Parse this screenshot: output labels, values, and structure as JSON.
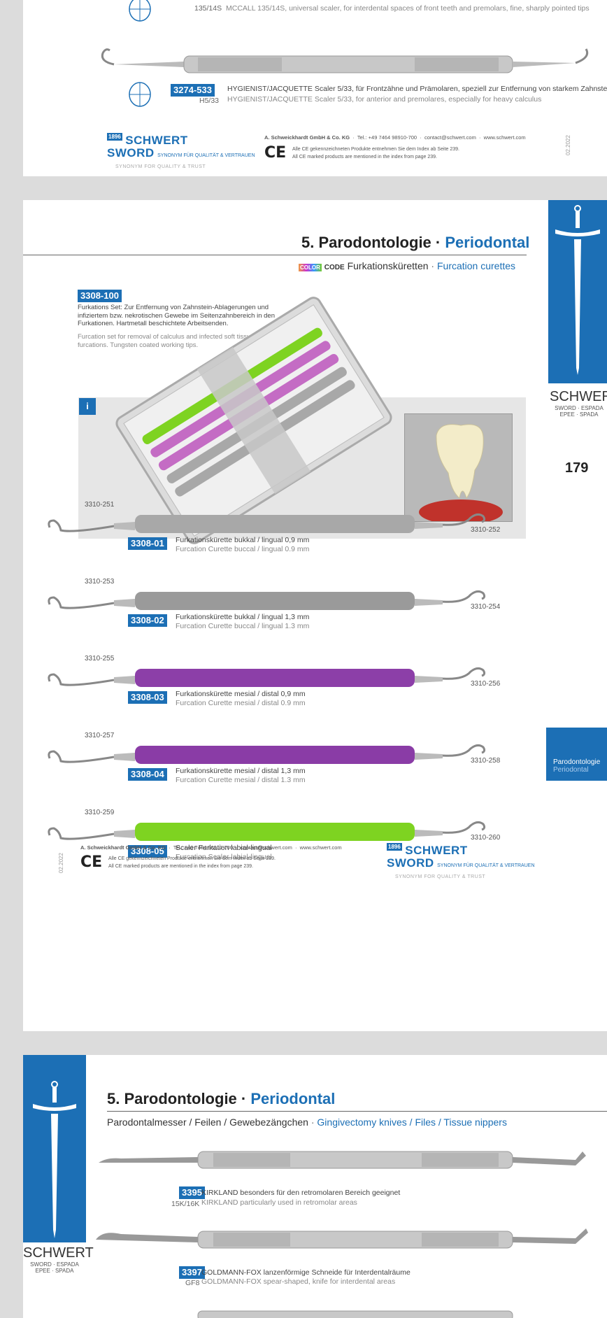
{
  "top_page": {
    "item1": {
      "size": "135/14S",
      "desc": "MCCALL 135/14S, universal scaler, for interdental spaces of front teeth and premolars, fine, sharply pointed tips"
    },
    "item2": {
      "code": "3274-533",
      "size": "H5/33",
      "de": "HYGIENIST/JACQUETTE Scaler 5/33, für Frontzähne und Prämolaren, speziell zur Entfernung von starkem Zahnstein",
      "en": "HYGIENIST/JACQUETTE Scaler 5/33, for anterior and premolares, especially for heavy calculus"
    },
    "footer": {
      "brand_year": "1896",
      "brand_1": "SCHWERT",
      "brand_2": "SWORD",
      "brand_tag": "SYNONYM FÜR QUALITÄT & VERTRAUEN",
      "brand_tag2": "SYNONYM FOR QUALITY & TRUST",
      "company": "A. Schweickhardt GmbH & Co. KG",
      "tel": "Tel.: +49 7464 98910-700",
      "email": "contact@schwert.com",
      "web": "www.schwert.com",
      "ce": "CE",
      "ce_de": "Alle CE gekennzeichneten Produkte entnehmen Sie dem Index ab Seite 239.",
      "ce_en": "All CE marked products are mentioned in the index from page 239.",
      "date": "02.2022"
    }
  },
  "mid_page": {
    "title_de": "5. Parodontologie",
    "title_sep": " · ",
    "title_en": "Periodontal",
    "color_label": "COLOR",
    "code_label": "CODE",
    "subtitle_de": "Furkationsküretten",
    "subtitle_en": "Furcation curettes",
    "set": {
      "code": "3308-100",
      "de": "Furkations Set: Zur Entfernung von Zahnstein-Ablagerungen und infiziertem bzw. nekrotischen Gewebe im Seitenzahnbereich in den Furkationen. Hartmetall beschichtete Arbeitsenden.",
      "en": "Furcation set for removal of calculus and infected soft tissue within furcations. Tungsten coated working tips."
    },
    "info_icon": "i",
    "side_brand": "SCHWERT",
    "side_brand_sub1": "SWORD · ESPADA",
    "side_brand_sub2": "EPEE · SPADA",
    "page_number": "179",
    "side_tab_de": "Parodontologie",
    "side_tab_en": "Periodontal",
    "instruments": [
      {
        "left": "3310-251",
        "right": "3310-252",
        "code": "3308-01",
        "de": "Furkationskürette bukkal / lingual 0,9 mm",
        "en": "Furcation Curette buccal / lingual 0.9 mm",
        "color": "#a8a8a8"
      },
      {
        "left": "3310-253",
        "right": "3310-254",
        "code": "3308-02",
        "de": "Furkationskürette bukkal / lingual 1,3 mm",
        "en": "Furcation Curette buccal / lingual 1.3 mm",
        "color": "#9a9a9a"
      },
      {
        "left": "3310-255",
        "right": "3310-256",
        "code": "3308-03",
        "de": "Furkationskürette mesial / distal 0,9 mm",
        "en": "Furcation Curette mesial / distal 0.9 mm",
        "color": "#8c3fa8"
      },
      {
        "left": "3310-257",
        "right": "3310-258",
        "code": "3308-04",
        "de": "Furkationskürette mesial / distal 1,3 mm",
        "en": "Furcation Curette mesial / distal 1.3 mm",
        "color": "#8a3ca6"
      },
      {
        "left": "3310-259",
        "right": "3310-260",
        "code": "3308-05",
        "de": "Scaler Furkation labial-lingual",
        "en": "Furcation Scaler labial-lingual",
        "color": "#7ed321"
      }
    ],
    "footer": {
      "date": "02.2022",
      "company": "A. Schweickhardt GmbH & Co. KG",
      "tel": "Tel.: +49 7464 98910-700",
      "email": "contact@schwert.com",
      "web": "www.schwert.com",
      "ce": "CE",
      "ce_de": "Alle CE gekennzeichneten Produkte entnehmen Sie dem Index ab Seite 239.",
      "ce_en": "All CE marked products are mentioned in the index from page 239.",
      "brand_year": "1896",
      "brand_1": "SCHWERT",
      "brand_2": "SWORD",
      "brand_tag": "SYNONYM FÜR QUALITÄT & VERTRAUEN",
      "brand_tag2": "SYNONYM FOR QUALITY & TRUST"
    }
  },
  "bottom_page": {
    "title_de": "5. Parodontologie",
    "title_sep": " · ",
    "title_en": "Periodontal",
    "subtitle_de": "Parodontalmesser / Feilen / Gewebezängchen",
    "subtitle_en": "Gingivectomy knives / Files / Tissue nippers",
    "side_brand": "SCHWERT",
    "side_brand_sub1": "SWORD · ESPADA",
    "side_brand_sub2": "EPEE · SPADA",
    "items": [
      {
        "code": "3395",
        "size": "15K/16K",
        "de": "KIRKLAND besonders für den retromolaren Bereich geeignet",
        "en": "KIRKLAND particularly used in retromolar areas"
      },
      {
        "code": "3397",
        "size": "GF8",
        "de": "GOLDMANN-FOX lanzenförmige Schneide für Interdentalräume",
        "en": "GOLDMANN-FOX spear-shaped, knife for interdental areas"
      }
    ]
  },
  "colors": {
    "brand_blue": "#1c6fb5",
    "green": "#7ed321",
    "purple": "#8c3fa8",
    "grey": "#a8a8a8"
  }
}
